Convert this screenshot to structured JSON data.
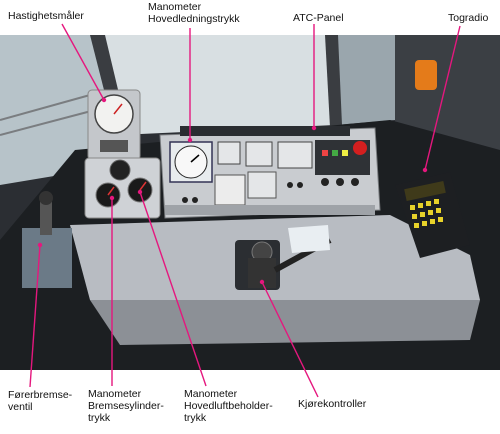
{
  "labels": {
    "speedometer": "Hastighetsmåler",
    "main_line_gauge": [
      "Manometer",
      "Hovedledningstrykk"
    ],
    "atc_panel": "ATC-Panel",
    "train_radio": "Togradio",
    "brake_valve": [
      "Førerbremse-",
      "ventil"
    ],
    "brake_cylinder_gauge": [
      "Manometer",
      "Bremsesylinder-",
      "trykk"
    ],
    "main_reservoir_gauge": [
      "Manometer",
      "Hovedluftbeholder-",
      "trykk"
    ],
    "drive_controller": "Kjørekontroller"
  },
  "colors": {
    "callout": "#e5177e",
    "panel": "#c9ccd0",
    "desk": "#b8bcc2",
    "cab_dark": "#23262a"
  }
}
